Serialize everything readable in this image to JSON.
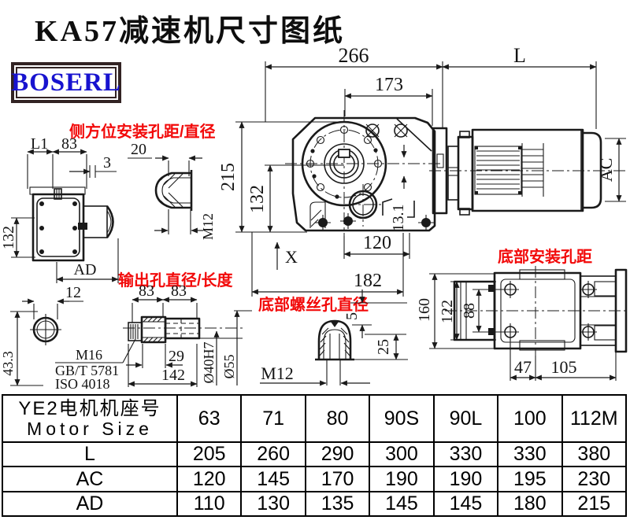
{
  "header": {
    "title": "KA57减速机尺寸图纸",
    "logo": "BOSERL"
  },
  "annotations": {
    "side_mount": "侧方位安装孔距/直径",
    "output_hole": "输出孔直径/长度",
    "bottom_screw": "底部螺丝孔直径",
    "bottom_mount": "底部安装孔距"
  },
  "dims": {
    "d266": "266",
    "dL": "L",
    "d173": "173",
    "d215": "215",
    "d132_main": "132",
    "dAC": "AC",
    "d13_1": "13.1",
    "dX": "X",
    "d120": "120",
    "d182": "182",
    "dL1": "L1",
    "d83_side": "83",
    "d3": "3",
    "d132_side": "132",
    "dAD": "AD",
    "d20": "20",
    "m12_side": "M12",
    "d12": "12",
    "d43_3": "43.3",
    "m16": "M16",
    "gbt": "GB/T 5781",
    "iso": "ISO 4018",
    "d83_a": "83",
    "d83_b": "83",
    "d29": "29",
    "d142": "142",
    "d40": "Ø40H7",
    "d55": "Ø55",
    "m12_bottom": "M12",
    "d5": "5",
    "d25": "25",
    "d160": "160",
    "d122": "122",
    "d88": "88",
    "d47": "47",
    "d105": "105"
  },
  "table": {
    "header_cn": "YE2电机机座号",
    "header_en": "Motor Size",
    "columns": [
      "63",
      "71",
      "80",
      "90S",
      "90L",
      "100",
      "112M"
    ],
    "rows": [
      {
        "label": "L",
        "values": [
          "205",
          "260",
          "290",
          "300",
          "330",
          "330",
          "380"
        ]
      },
      {
        "label": "AC",
        "values": [
          "120",
          "145",
          "170",
          "190",
          "190",
          "195",
          "230"
        ]
      },
      {
        "label": "AD",
        "values": [
          "110",
          "130",
          "135",
          "145",
          "145",
          "180",
          "215"
        ]
      }
    ]
  },
  "colors": {
    "annotation_red": "#f20a0a",
    "logo_blue": "#1813cf",
    "line_black": "#1a1a1a"
  }
}
